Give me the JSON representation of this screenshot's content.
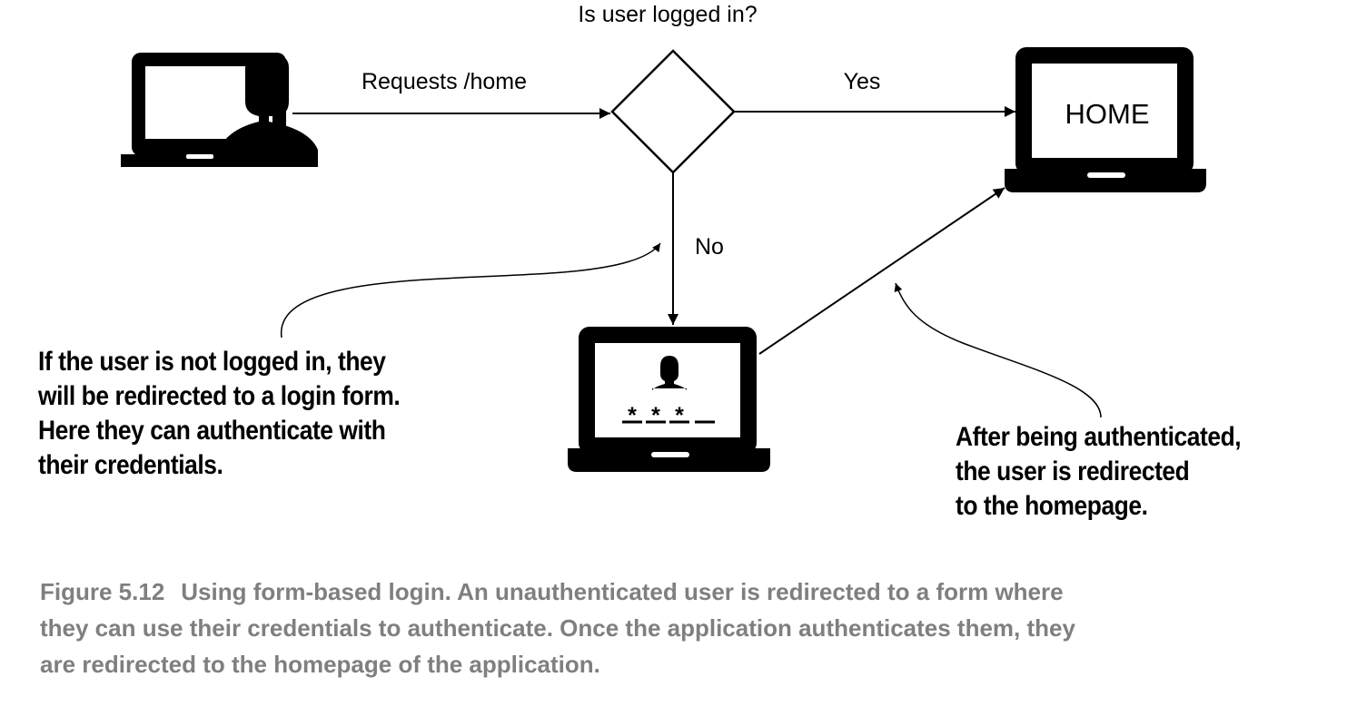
{
  "diagram": {
    "decision_label": "Is user logged in?",
    "request_label": "Requests /home",
    "yes_label": "Yes",
    "no_label": "No",
    "home_screen_text": "HOME",
    "password_mask": [
      "*",
      "*",
      "*"
    ],
    "annotation_login": {
      "lines": [
        "If the user is not logged in, they",
        "will be redirected to a login form.",
        "Here they can authenticate with",
        "their credentials."
      ]
    },
    "annotation_home": {
      "lines": [
        "After being authenticated,",
        "the user is redirected",
        "to the homepage."
      ]
    }
  },
  "caption": {
    "figure_number": "Figure 5.12",
    "lines": [
      "Using form-based login. An unauthenticated user is redirected to a form where",
      "they can use their credentials to authenticate. Once the application authenticates them, they",
      "are redirected to the homepage of the application."
    ]
  },
  "colors": {
    "ink": "#000000",
    "caption": "#7f7f7f",
    "screen": "#ffffff"
  }
}
